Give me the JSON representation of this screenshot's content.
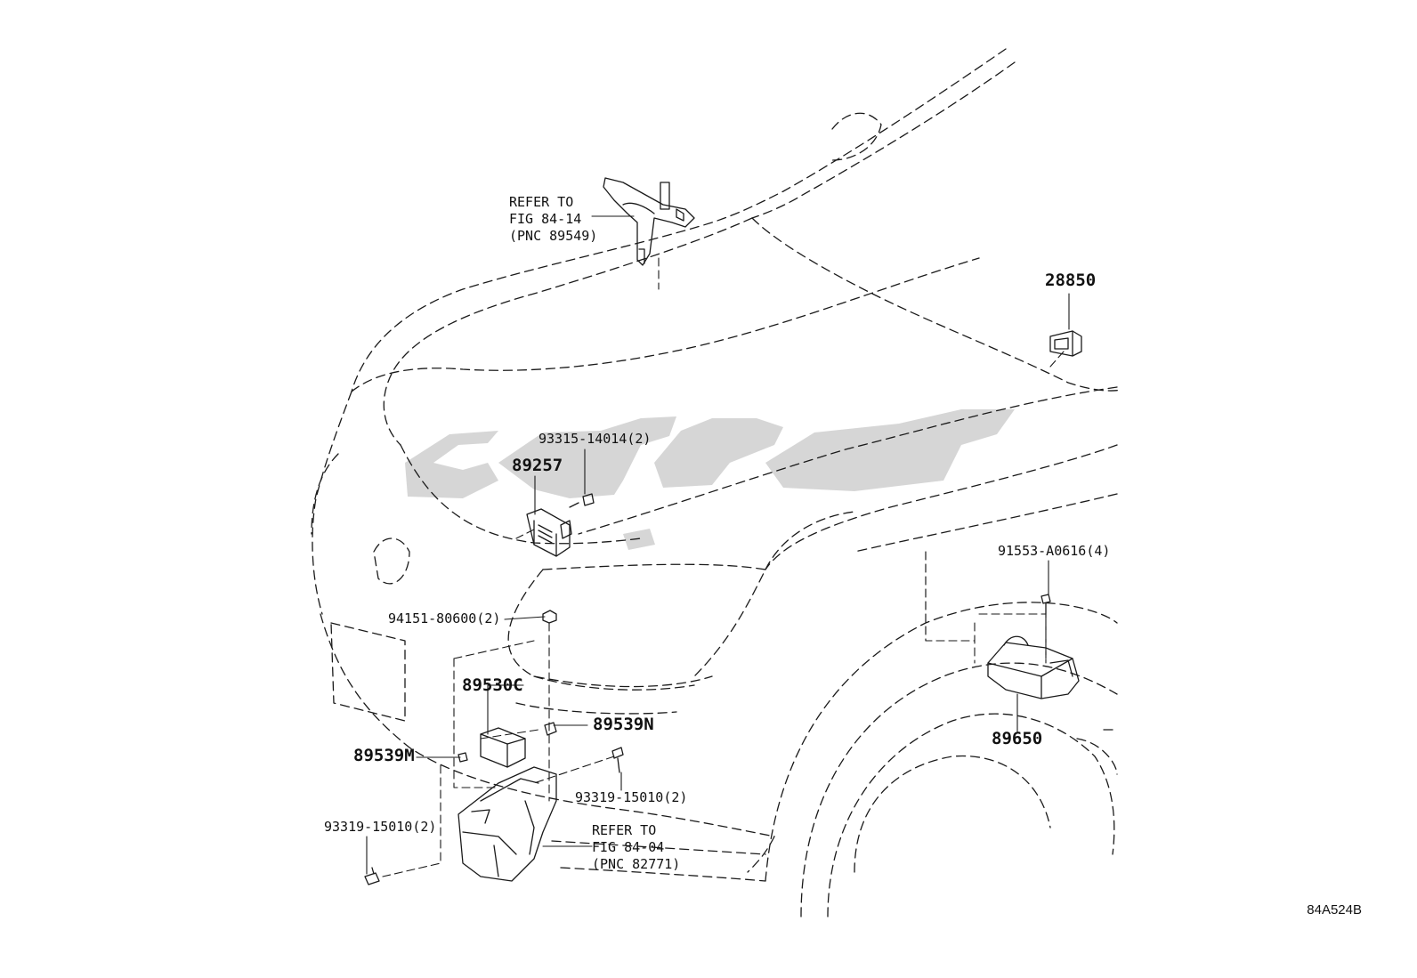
{
  "diagram": {
    "code": "84A524B",
    "watermark_color": "#c9c9c9",
    "line_color": "#1a1a1a"
  },
  "labels": {
    "refer_top": {
      "line1": "REFER TO",
      "line2": "FIG 84-14",
      "line3": "(PNC 89549)"
    },
    "p28850": "28850",
    "p93315": "93315-14014(2)",
    "p89257": "89257",
    "p91553": "91553-A0616(4)",
    "p94151": "94151-80600(2)",
    "p89530C": "89530C",
    "p89539N": "89539N",
    "p89539M": "89539M",
    "p89650": "89650",
    "p93319_right": "93319-15010(2)",
    "p93319_left": "93319-15010(2)",
    "refer_bottom": {
      "line1": "REFER TO",
      "line2": "FIG 84-04",
      "line3": "(PNC 82771)"
    }
  }
}
